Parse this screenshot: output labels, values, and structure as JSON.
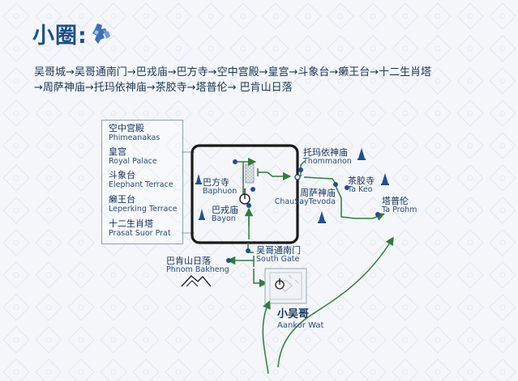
{
  "header": {
    "title": "小圈:",
    "route_line1": "吴哥城→吴哥通南门→巴戎庙→巴方寺→空中宫殿→皇宫→斗象台→癞王台→十二生肖塔",
    "route_line2": "→周萨神庙→托玛依神庙→茶胶寺→塔普伦→ 巴肯山日落"
  },
  "legend": {
    "items": [
      {
        "cn": "空中宫殿",
        "en": "Phimeanakas"
      },
      {
        "cn": "皇宫",
        "en": "Royal Palace"
      },
      {
        "cn": "斗象台",
        "en": "Elephant Terrace"
      },
      {
        "cn": "癞王台",
        "en": "Leperking Terrace"
      },
      {
        "cn": "十二生肖塔",
        "en": "Prasat Suor Prat"
      }
    ]
  },
  "places": {
    "baphuon": {
      "cn": "巴方寺",
      "en": "Baphuon"
    },
    "bayon": {
      "cn": "巴戎庙",
      "en": "Bayon"
    },
    "thommanon": {
      "cn": "托玛依神庙",
      "en": "Thommanon"
    },
    "chausay": {
      "cn": "周萨神庙",
      "en": "ChauSayTevoda"
    },
    "takeo": {
      "cn": "茶胶寺",
      "en": "Ta Keo"
    },
    "taprohm": {
      "cn": "塔普伦",
      "en": "Ta Prohm"
    },
    "southgate": {
      "cn": "吴哥通南门",
      "en": "South Gate"
    },
    "bakheng": {
      "cn": "巴肯山日落",
      "en": "Phnom Bakheng"
    },
    "angkorwat": {
      "cn": "小吴哥",
      "en": "Aankor Wat"
    }
  },
  "colors": {
    "route_green": "#2f7d3b",
    "marker_blue": "#1f4f95",
    "frame_black": "#1a1a1a",
    "title_blue": "#1c4f8c"
  }
}
